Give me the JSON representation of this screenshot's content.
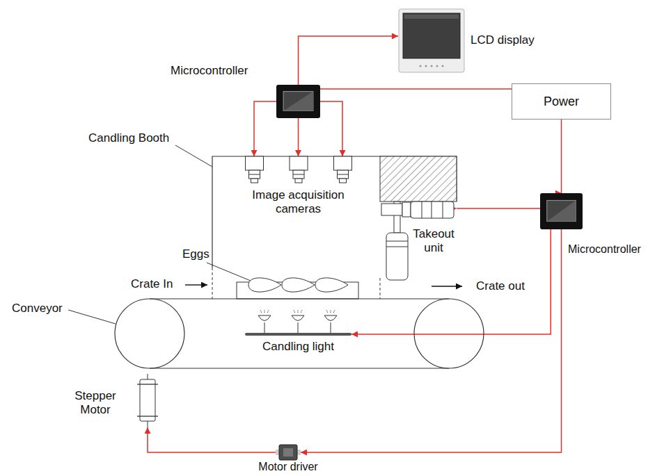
{
  "diagram": {
    "nodes": [
      {
        "text": [
          "LCD display"
        ]
      },
      {
        "text": [
          "Microcontroller"
        ]
      },
      {
        "text": [
          "Power"
        ]
      },
      {
        "text": [
          "Candling Booth"
        ]
      },
      {
        "text": [
          "Image acquisition cameras"
        ],
        "in": 3
      },
      {
        "text": [
          "Takeout unit"
        ],
        "in": 3
      },
      {
        "text": [
          "Eggs"
        ],
        "in": 3
      },
      {
        "text": [
          "Microcontroller"
        ]
      },
      {
        "text": [
          "Conveyor"
        ]
      },
      {
        "text": [
          "Candling light"
        ],
        "in": 8
      },
      {
        "text": [
          "Stepper Motor"
        ]
      },
      {
        "text": [
          "Motor driver"
        ]
      }
    ],
    "edges": [
      {
        "from": 1,
        "to": 0,
        "arrow": "to"
      },
      {
        "from": 2,
        "to": 1,
        "arrow": "to"
      },
      {
        "from": 1,
        "to": 4,
        "arrow": "to"
      },
      {
        "from": 1,
        "to": 4,
        "arrow": "to"
      },
      {
        "from": 1,
        "to": 4,
        "arrow": "to"
      },
      {
        "from": 2,
        "to": 7,
        "arrow": "to"
      },
      {
        "from": 7,
        "to": 5,
        "arrow": "to"
      },
      {
        "from": 7,
        "to": 9,
        "arrow": "to"
      },
      {
        "from": 7,
        "to": 11,
        "arrow": "to"
      },
      {
        "from": 11,
        "to": 10,
        "arrow": "to"
      }
    ],
    "labels": [
      "Crate In",
      "Crate out"
    ]
  }
}
